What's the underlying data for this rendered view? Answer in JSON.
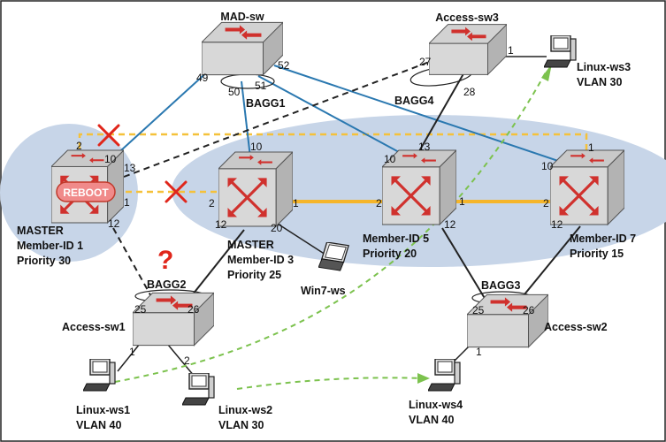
{
  "colors": {
    "stack_fill": "#c7d5e8",
    "link_blue": "#2a78b0",
    "link_black": "#222222",
    "stack_orange": "#f5b52a",
    "dashed_orange": "#f5c13a",
    "dashed_green": "#7cc24e",
    "cross_red": "#e0261b",
    "reboot_fill": "#f08a8a",
    "reboot_stroke": "#c0392b"
  },
  "switches": {
    "mad": {
      "label": "MAD-sw"
    },
    "acc3": {
      "label": "Access-sw3"
    },
    "m1": {
      "line1": "MASTER",
      "line2": "Member-ID 1",
      "line3": "Priority 30",
      "badge": "REBOOT"
    },
    "m3": {
      "line1": "MASTER",
      "line2": "Member-ID 3",
      "line3": "Priority 25"
    },
    "m5": {
      "line1": "Member-ID 5",
      "line2": "Priority 20"
    },
    "m7": {
      "line1": "Member-ID 7",
      "line2": "Priority 15"
    },
    "acc1": {
      "label": "Access-sw1"
    },
    "acc2": {
      "label": "Access-sw2"
    }
  },
  "hosts": {
    "ws3": {
      "line1": "Linux-ws3",
      "line2": "VLAN 30"
    },
    "win7": {
      "line1": "Win7-ws"
    },
    "ws1": {
      "line1": "Linux-ws1",
      "line2": "VLAN 40"
    },
    "ws2": {
      "line1": "Linux-ws2",
      "line2": "VLAN 30"
    },
    "ws4": {
      "line1": "Linux-ws4",
      "line2": "VLAN 40"
    }
  },
  "bundles": {
    "bagg1": "BAGG1",
    "bagg2": "BAGG2",
    "bagg3": "BAGG3",
    "bagg4": "BAGG4"
  },
  "annotation": {
    "question": "?"
  },
  "ports": {
    "mad_49": "49",
    "mad_50": "50",
    "mad_51": "51",
    "mad_52": "52",
    "acc3_27": "27",
    "acc3_28": "28",
    "acc3_1": "1",
    "m1_2": "2",
    "m1_10": "10",
    "m1_13": "13",
    "m1_1": "1",
    "m1_12": "12",
    "m3_10": "10",
    "m3_2": "2",
    "m3_1": "1",
    "m3_12": "12",
    "m3_20": "20",
    "m5_13": "13",
    "m5_10": "10",
    "m5_2": "2",
    "m5_1": "1",
    "m5_12": "12",
    "m7_10": "10",
    "m7_1": "1",
    "m7_2": "2",
    "m7_12": "12",
    "acc1_25": "25",
    "acc1_26": "26",
    "acc1_1": "1",
    "acc1_2": "2",
    "acc2_25": "25",
    "acc2_26": "26",
    "acc2_1": "1"
  }
}
